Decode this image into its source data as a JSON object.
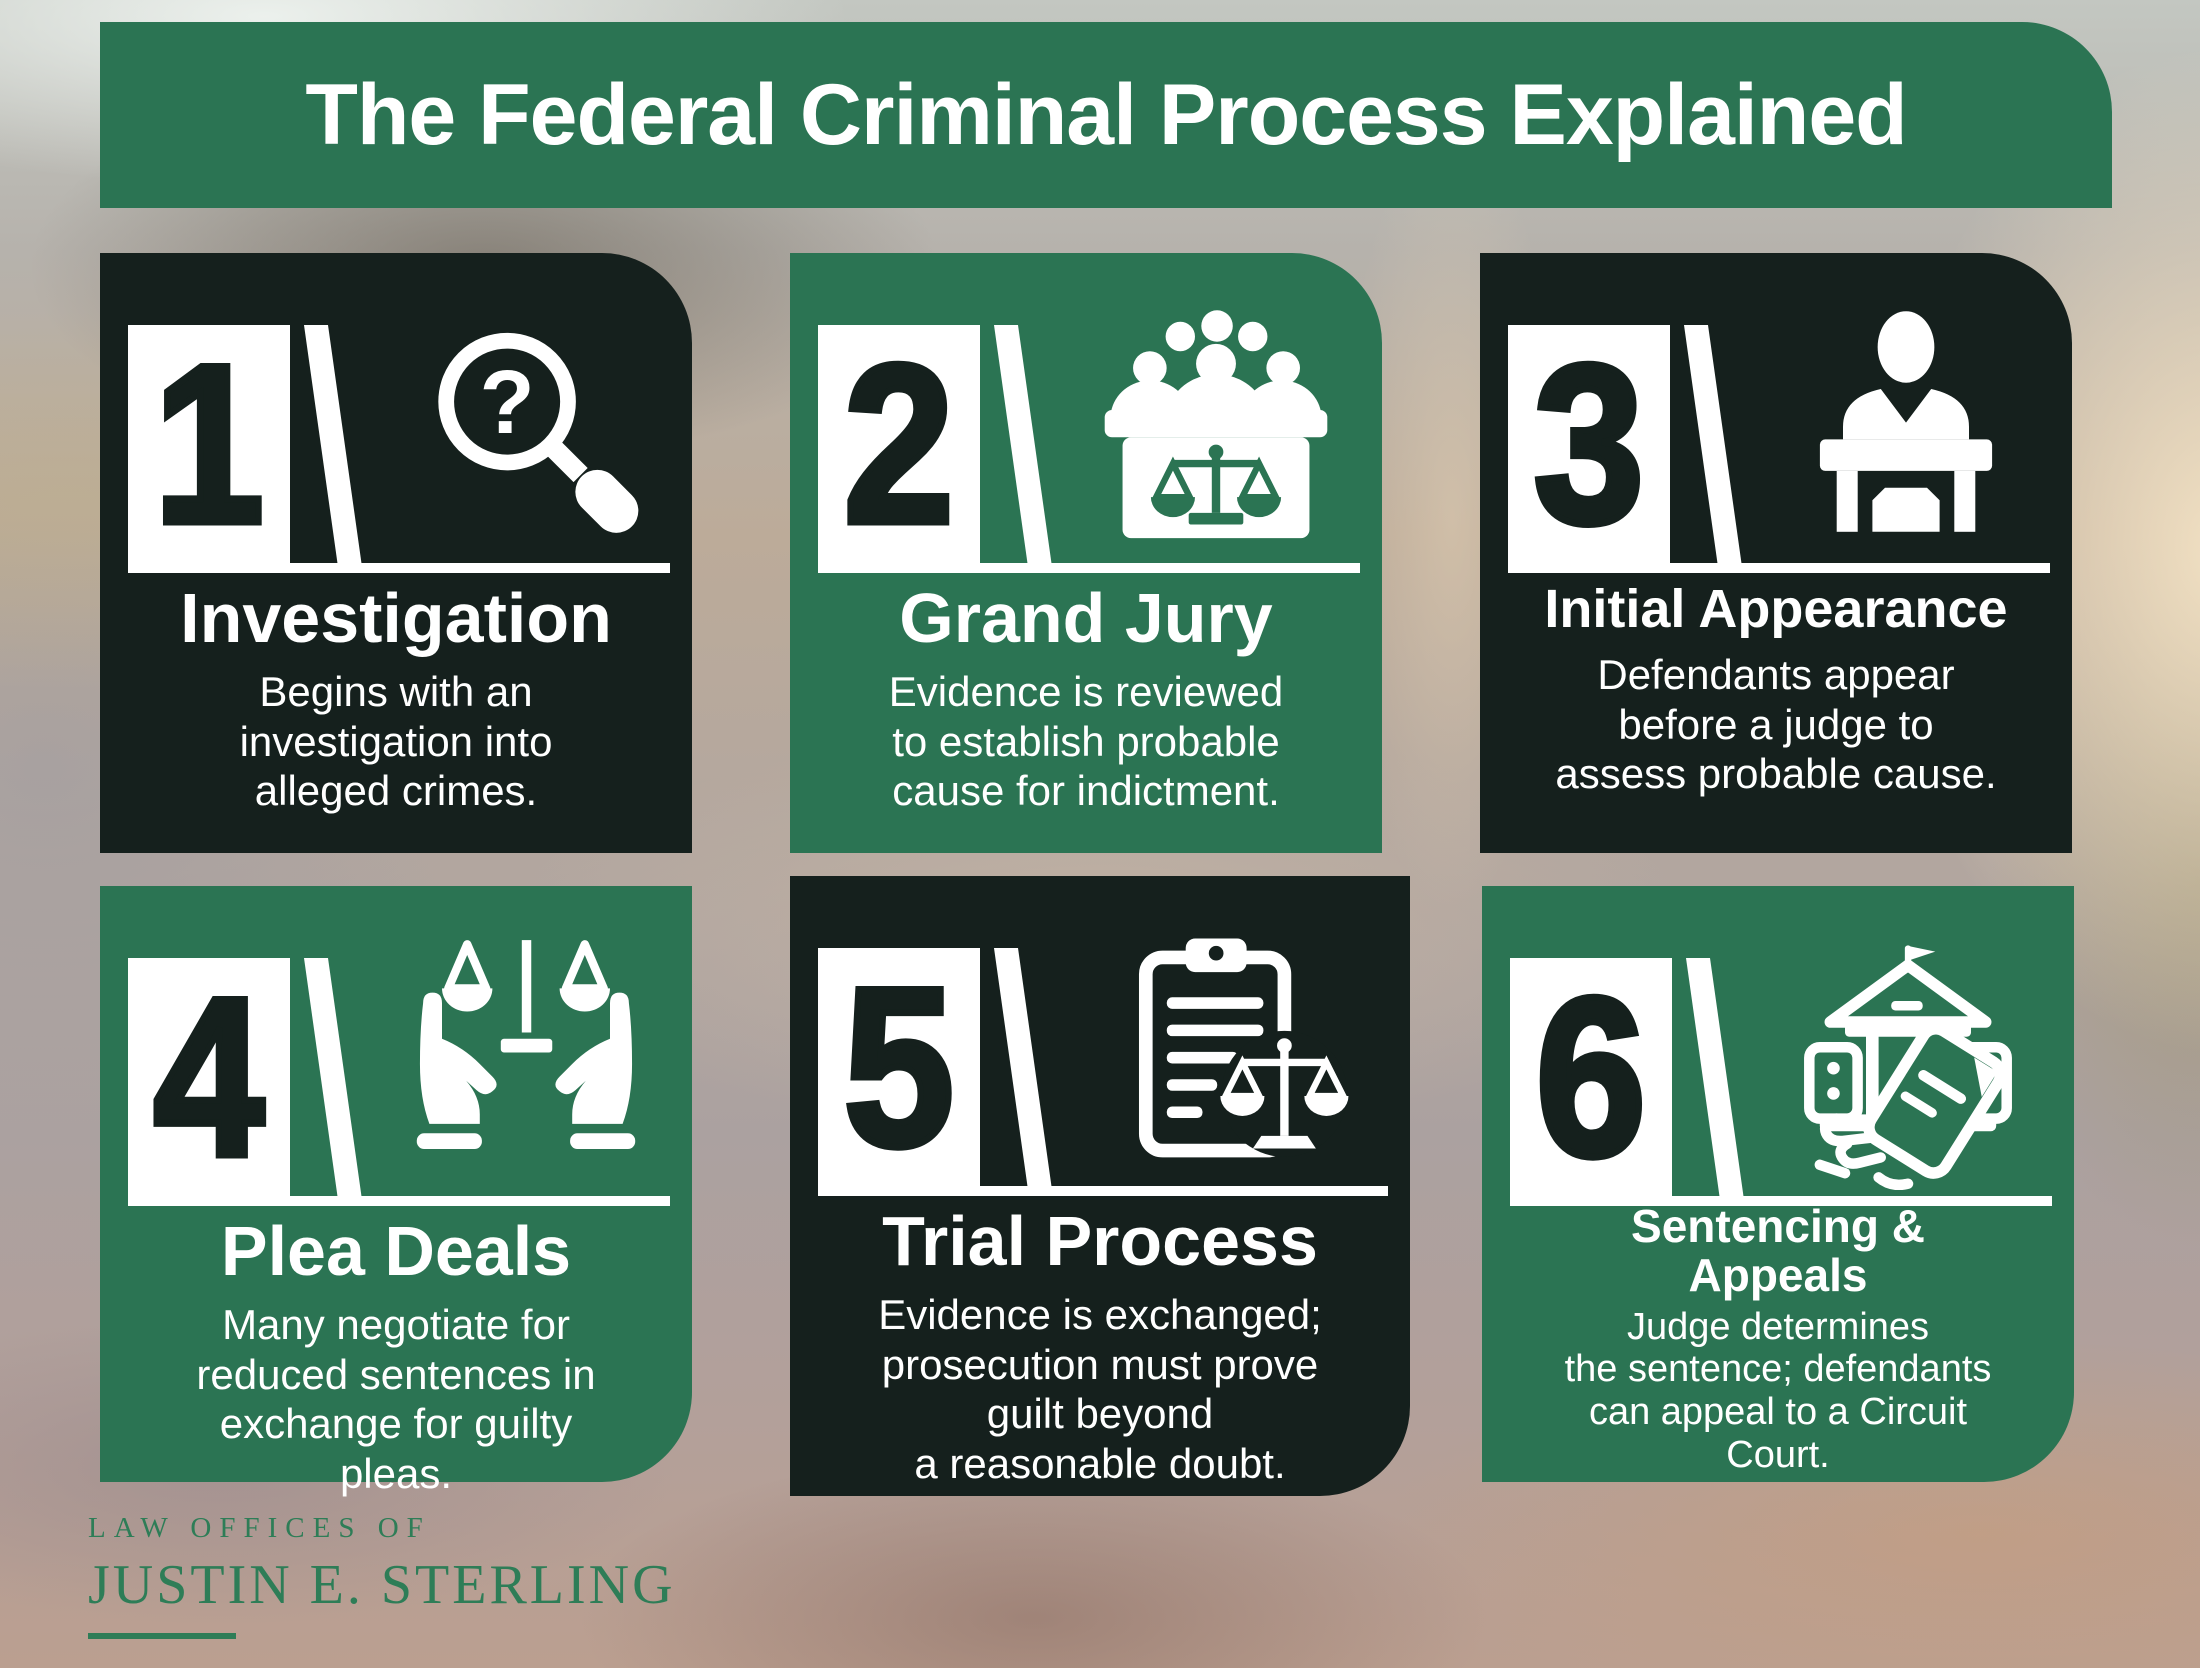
{
  "banner": {
    "title": "The Federal Criminal Process Explained"
  },
  "steps": [
    {
      "number": "1",
      "title": "Investigation",
      "description": "Begins with an\ninvestigation into\nalleged crimes.",
      "icon": "magnifier-question-icon",
      "theme": "dark"
    },
    {
      "number": "2",
      "title": "Grand Jury",
      "description": "Evidence is reviewed\nto establish probable\ncause for indictment.",
      "icon": "grand-jury-icon",
      "theme": "green"
    },
    {
      "number": "3",
      "title": "Initial Appearance",
      "description": "Defendants appear\nbefore a judge to\nassess probable cause.",
      "icon": "judge-desk-icon",
      "theme": "dark"
    },
    {
      "number": "4",
      "title": "Plea Deals",
      "description": "Many negotiate for\nreduced sentences in\nexchange for guilty\npleas.",
      "icon": "hands-scales-icon",
      "theme": "green"
    },
    {
      "number": "5",
      "title": "Trial Process",
      "description": "Evidence is exchanged;\nprosecution must prove\nguilt beyond\na reasonable doubt.",
      "icon": "clipboard-scales-icon",
      "theme": "dark"
    },
    {
      "number": "6",
      "title": "Sentencing &\nAppeals",
      "description": "Judge determines\nthe sentence; defendants\ncan appeal to a Circuit\nCourt.",
      "icon": "courthouse-hand-icon",
      "theme": "green"
    }
  ],
  "footer_logo": {
    "line1": "LAW OFFICES OF",
    "line2": "JUSTIN E. STERLING"
  },
  "colors": {
    "green": "#2b7453",
    "dark": "#15201d",
    "logo_green": "#2e7d57",
    "white": "#ffffff"
  }
}
